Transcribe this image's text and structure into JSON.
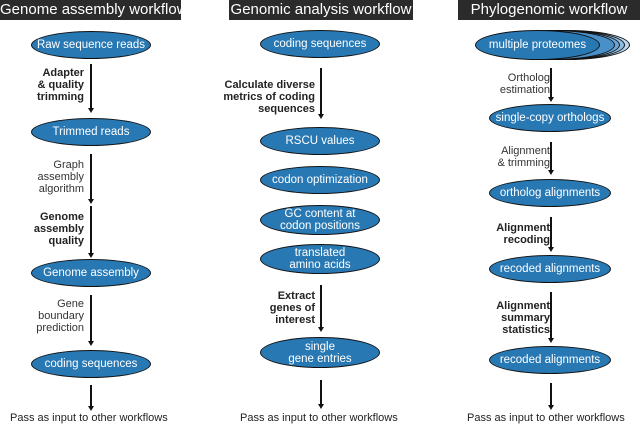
{
  "columns": [
    {
      "title": "Genome assembly workflow",
      "nodes": [
        "Raw sequence reads",
        "Trimmed reads",
        "Genome assembly",
        "coding sequences"
      ],
      "steps": [
        {
          "label": "Adapter\n& quality\ntrimming",
          "bold": true
        },
        {
          "label": "Graph\nassembly\nalgorithm",
          "bold": false
        },
        {
          "label": "Genome\nassembly\nquality",
          "bold": true
        },
        {
          "label": "Gene\nboundary\nprediction",
          "bold": false
        }
      ],
      "footer": "Pass as input to other workflows"
    },
    {
      "title": "Genomic analysis workflow",
      "nodes": [
        "coding sequences",
        "RSCU values",
        "codon optimization",
        "GC content at\ncodon positions",
        "translated\namino acids",
        "single\ngene entries"
      ],
      "steps": [
        {
          "label": "Calculate diverse\nmetrics of coding\nsequences",
          "bold": true
        },
        {
          "label": "Extract\ngenes of\ninterest",
          "bold": true
        }
      ],
      "footer": "Pass as input to other workflows"
    },
    {
      "title": "Phylogenomic workflow",
      "nodes": [
        "multiple proteomes",
        "single-copy orthologs",
        "ortholog alignments",
        "recoded alignments",
        "recoded alignments"
      ],
      "steps": [
        {
          "label": "Ortholog\nestimation",
          "bold": false
        },
        {
          "label": "Alignment\n& trimming",
          "bold": false
        },
        {
          "label": "Alignment\nrecoding",
          "bold": true
        },
        {
          "label": "Alignment\nsummary\nstatistics",
          "bold": true
        }
      ],
      "footer": "Pass as input to other workflows"
    }
  ],
  "colors": {
    "node_fill": "#2878b4",
    "header_bg": "#2b2b2b"
  }
}
